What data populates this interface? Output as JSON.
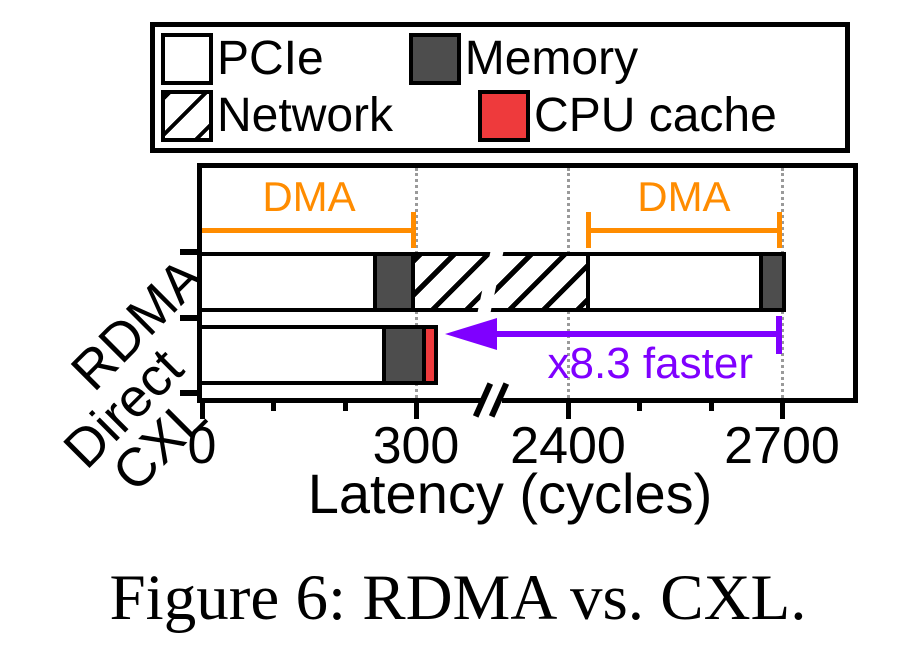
{
  "figure": {
    "caption": "Figure 6: RDMA vs. CXL."
  },
  "legend": {
    "items": [
      {
        "label": "PCIe",
        "swatch": "white"
      },
      {
        "label": "Memory",
        "swatch": "dark-gray"
      },
      {
        "label": "Network",
        "swatch": "diagonal-hatch"
      },
      {
        "label": "CPU cache",
        "swatch": "red"
      }
    ]
  },
  "colors": {
    "memory_gray": "#4d4d4d",
    "cpu_cache_red": "#ee3a3c",
    "dma_orange": "#ff8c00",
    "speedup_purple": "#7f00ff",
    "gridline_gray": "#9a9a9a"
  },
  "chart_data": {
    "type": "bar",
    "orientation": "horizontal",
    "title": "",
    "xlabel": "Latency (cycles)",
    "x_ticks": [
      0,
      300,
      2400,
      2700
    ],
    "x_minor_ticks": [
      100,
      200,
      2500,
      2600
    ],
    "x_gridlines": [
      300,
      2400,
      2700
    ],
    "axis_break": {
      "hidden_from": 400,
      "hidden_to": 2300
    },
    "grid": "dotted-vertical",
    "legend_position": "top",
    "categories": [
      "RDMA",
      "Direct CXL"
    ],
    "categories_display": [
      [
        "RDMA"
      ],
      [
        "Direct",
        "CXL"
      ]
    ],
    "bars": [
      {
        "category": "RDMA",
        "total_cycles": 2700,
        "segments": [
          {
            "component": "PCIe",
            "start": 0,
            "end": 240
          },
          {
            "component": "Memory",
            "start": 240,
            "end": 293
          },
          {
            "component": "Network",
            "start": 293,
            "end": 2425
          },
          {
            "component": "PCIe",
            "start": 2425,
            "end": 2668
          },
          {
            "component": "Memory",
            "start": 2668,
            "end": 2700
          }
        ]
      },
      {
        "category": "Direct CXL",
        "total_cycles": 325,
        "segments": [
          {
            "component": "PCIe",
            "start": 0,
            "end": 253
          },
          {
            "component": "Memory",
            "start": 253,
            "end": 309
          },
          {
            "component": "CPU cache",
            "start": 309,
            "end": 325
          }
        ]
      }
    ],
    "annotations": {
      "dma_left": {
        "label": "DMA",
        "from": 0,
        "to": 300
      },
      "dma_right": {
        "label": "DMA",
        "from": 2425,
        "to": 2700
      },
      "speedup": {
        "label": "x8.3 faster",
        "from": 2700,
        "to": 340,
        "direction": "left"
      }
    }
  }
}
